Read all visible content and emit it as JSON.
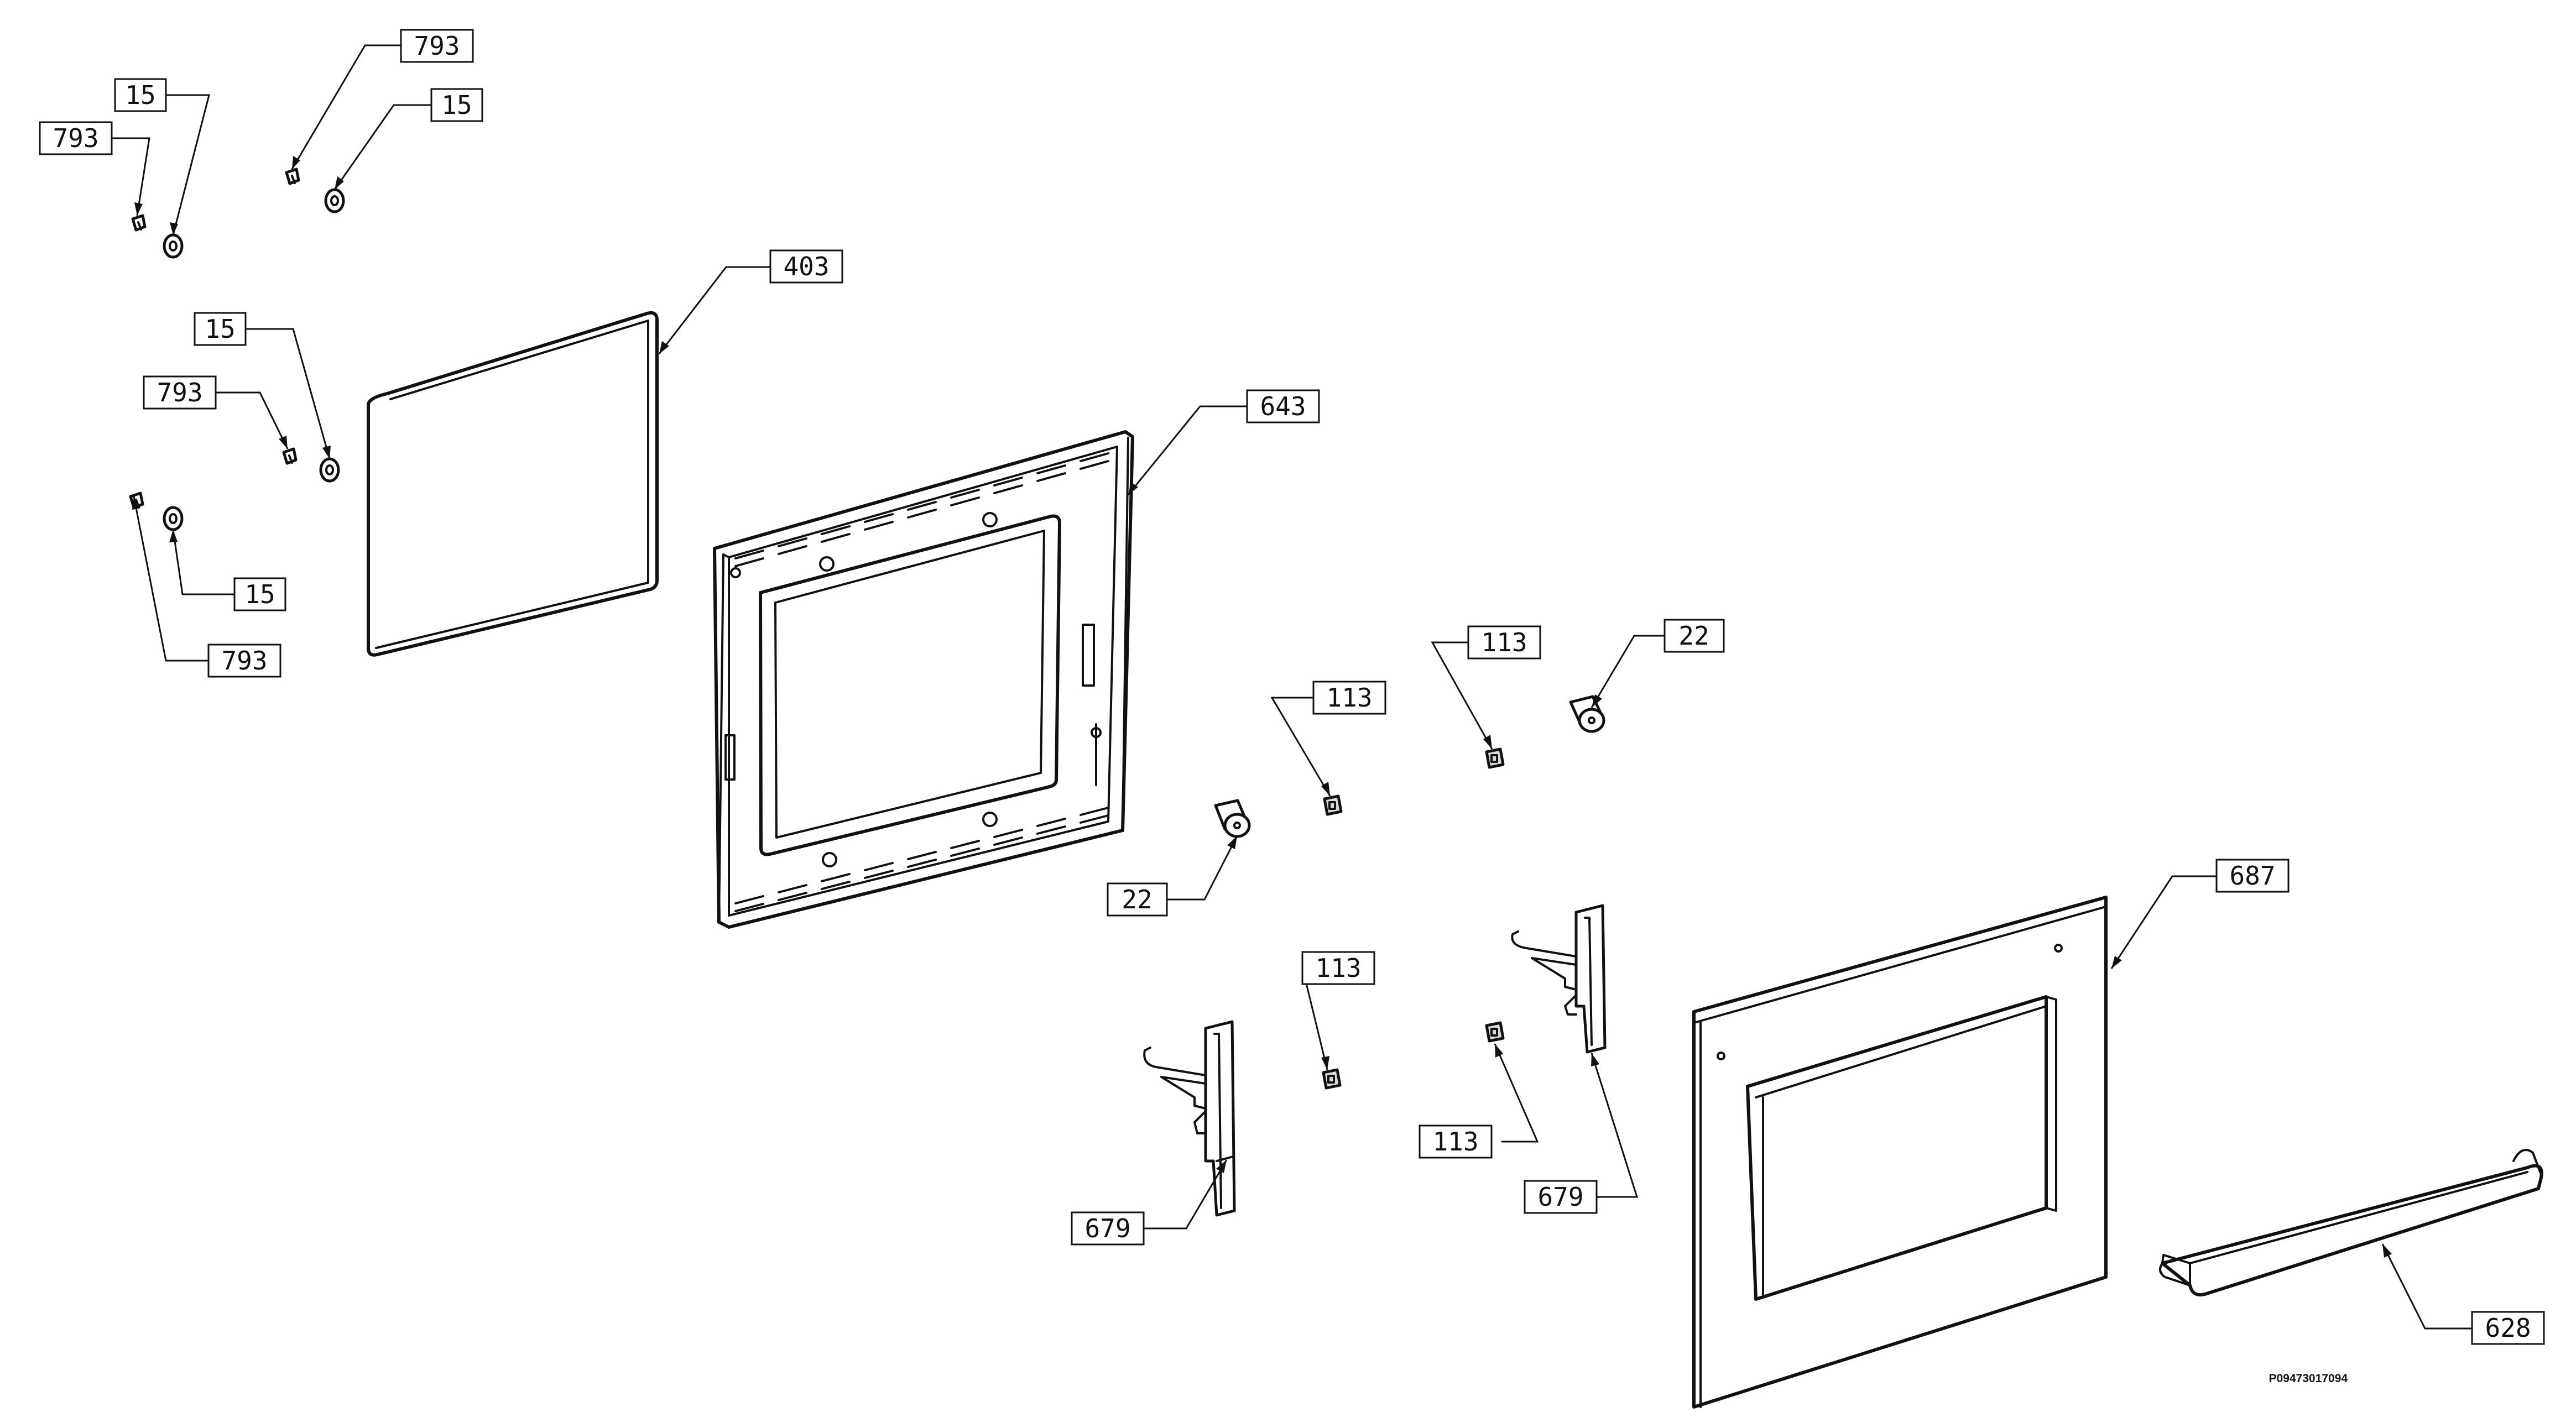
{
  "callouts": [
    {
      "id": "c793a",
      "label": "793"
    },
    {
      "id": "c15a",
      "label": "15"
    },
    {
      "id": "c15b",
      "label": "15"
    },
    {
      "id": "c793b",
      "label": "793"
    },
    {
      "id": "c403",
      "label": "403"
    },
    {
      "id": "c15c",
      "label": "15"
    },
    {
      "id": "c793c",
      "label": "793"
    },
    {
      "id": "c643",
      "label": "643"
    },
    {
      "id": "c15d",
      "label": "15"
    },
    {
      "id": "c793d",
      "label": "793"
    },
    {
      "id": "c113a",
      "label": "113"
    },
    {
      "id": "c22a",
      "label": "22"
    },
    {
      "id": "c113b",
      "label": "113"
    },
    {
      "id": "c22b",
      "label": "22"
    },
    {
      "id": "c687",
      "label": "687"
    },
    {
      "id": "c113c",
      "label": "113"
    },
    {
      "id": "c113d",
      "label": "113"
    },
    {
      "id": "c679a",
      "label": "679"
    },
    {
      "id": "c679b",
      "label": "679"
    },
    {
      "id": "c628",
      "label": "628"
    }
  ],
  "reference_code": "P09473017094"
}
